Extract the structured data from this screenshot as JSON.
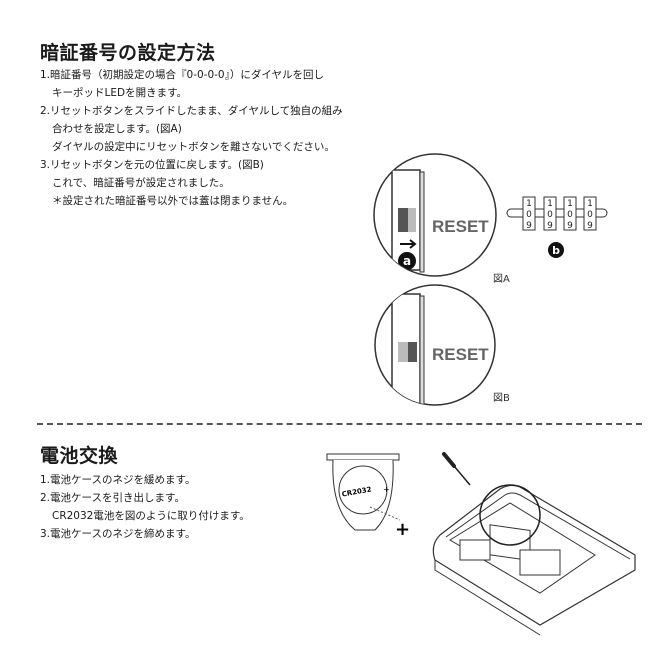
{
  "section1": {
    "title": "暗証番号の設定方法",
    "lines": [
      "1.暗証番号（初期設定の場合『0-0-0-0』）にダイヤルを回し",
      "キーポッドLEDを開きます。",
      "2.リセットボタンをスライドしたまま、ダイヤルして独自の組み",
      "合わせを設定します。(図A)",
      "ダイヤルの設定中にリセットボタンを離さないでください。",
      "3.リセットボタンを元の位置に戻します。(図B)",
      "これで、暗証番号が設定されました。",
      "＊設定された暗証番号以外では蓋は閉まりません。"
    ],
    "figure_a": {
      "label": "図A",
      "reset_text": "RESET",
      "marker_a": "a",
      "marker_b": "b",
      "dial_digits": [
        "1",
        "0",
        "9"
      ]
    },
    "figure_b": {
      "label": "図B",
      "reset_text": "RESET"
    }
  },
  "section2": {
    "title": "電池交換",
    "lines": [
      "1.電池ケースのネジを緩めます。",
      "2.電池ケースを引き出します。",
      "CR2032電池を図のように取り付けます。",
      "3.電池ケースのネジを締めます。"
    ],
    "battery_label": "CR2032",
    "plus_sign": "+"
  }
}
